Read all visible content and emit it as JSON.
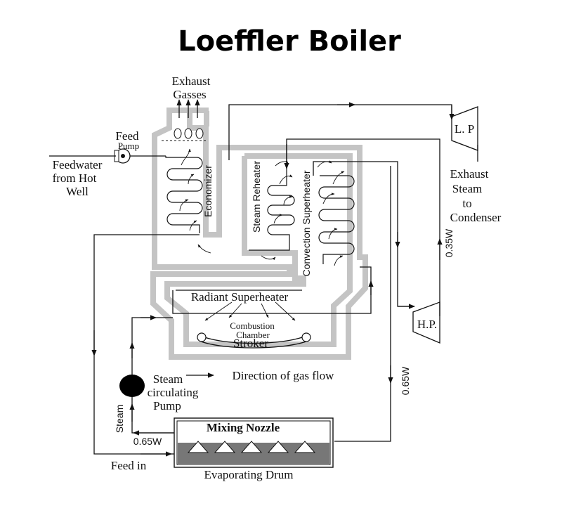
{
  "title": "Loeffler Boiler",
  "labels": {
    "exhaust_gasses_1": "Exhaust",
    "exhaust_gasses_2": "Gasses",
    "feed_pump_1": "Feed",
    "feed_pump_2": "Pump",
    "feedwater_1": "Feedwater",
    "feedwater_2": "from Hot",
    "feedwater_3": "Well",
    "economizer": "Economizer",
    "steam_reheater": "Steam Reheater",
    "convection_superheater": "Convection Superheater",
    "lp_turbine": "L. P",
    "hp_turbine": "H.P.",
    "exhaust_steam_1": "Exhaust",
    "exhaust_steam_2": "Steam",
    "exhaust_steam_3": "to",
    "exhaust_steam_4": "Condenser",
    "flow_035w": "0.35W",
    "flow_065w_right": "0.65W",
    "flow_065w_bottom": "0.65W",
    "radiant_superheater": "Radiant Superheater",
    "combustion_chamber_1": "Combustion",
    "combustion_chamber_2": "Chamber",
    "stroker": "Stroker",
    "steam_pump_1": "Steam",
    "steam_pump_2": "circulating",
    "steam_pump_3": "Pump",
    "gas_flow_legend": "Direction of gas flow",
    "steam_vertical": "Steam",
    "mixing_nozzle": "Mixing Nozzle",
    "feed_in": "Feed in",
    "evaporating_drum": "Evaporating Drum"
  },
  "colors": {
    "wall": "#c4c4c4",
    "line": "#111111",
    "water": "#777777",
    "pump": "#000000"
  }
}
